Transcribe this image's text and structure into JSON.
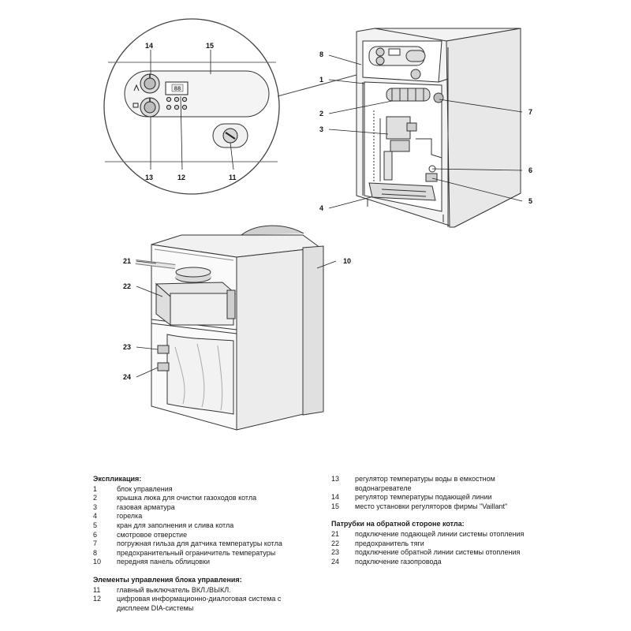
{
  "callouts": {
    "c1": "1",
    "c2": "2",
    "c3": "3",
    "c4": "4",
    "c5": "5",
    "c6": "6",
    "c7": "7",
    "c8": "8",
    "c10": "10",
    "c11": "11",
    "c12": "12",
    "c13": "13",
    "c14": "14",
    "c15": "15",
    "c21": "21",
    "c22": "22",
    "c23": "23",
    "c24": "24"
  },
  "panel": {
    "display": "88"
  },
  "legend": {
    "explication_heading": "Экспликация:",
    "explication": [
      {
        "num": "1",
        "text": "блок управления"
      },
      {
        "num": "2",
        "text": "крышка люка для очистки газоходов котла"
      },
      {
        "num": "3",
        "text": "газовая арматура"
      },
      {
        "num": "4",
        "text": "горелка"
      },
      {
        "num": "5",
        "text": "кран для заполнения и слива котла"
      },
      {
        "num": "6",
        "text": "смотровое отверстие"
      },
      {
        "num": "7",
        "text": "погружная гильза для датчика температуры котла"
      },
      {
        "num": "8",
        "text": "предохранительный ограничитель температуры"
      },
      {
        "num": "10",
        "text": "передняя панель облицовки"
      }
    ],
    "controls_heading": "Элементы управления блока управления:",
    "controls": [
      {
        "num": "11",
        "text": "главный выключатель ВКЛ./ВЫКЛ."
      },
      {
        "num": "12",
        "text": "цифровая информационно-диалоговая система с",
        "cont": "дисплеем DIA-системы"
      }
    ],
    "controls_right": [
      {
        "num": "13",
        "text": "регулятор температуры воды в емкостном",
        "cont": "водонагревателе"
      },
      {
        "num": "14",
        "text": "регулятор температуры подающей линии"
      },
      {
        "num": "15",
        "text": "место установки регуляторов фирмы \"Vaillant\""
      }
    ],
    "pipes_heading": "Патрубки на обратной стороне котла:",
    "pipes": [
      {
        "num": "21",
        "text": "подключение подающей линии системы отопления"
      },
      {
        "num": "22",
        "text": "предохранитель тяги"
      },
      {
        "num": "23",
        "text": "подключение обратной линии системы отопления"
      },
      {
        "num": "24",
        "text": "подключение газопровода"
      }
    ]
  }
}
